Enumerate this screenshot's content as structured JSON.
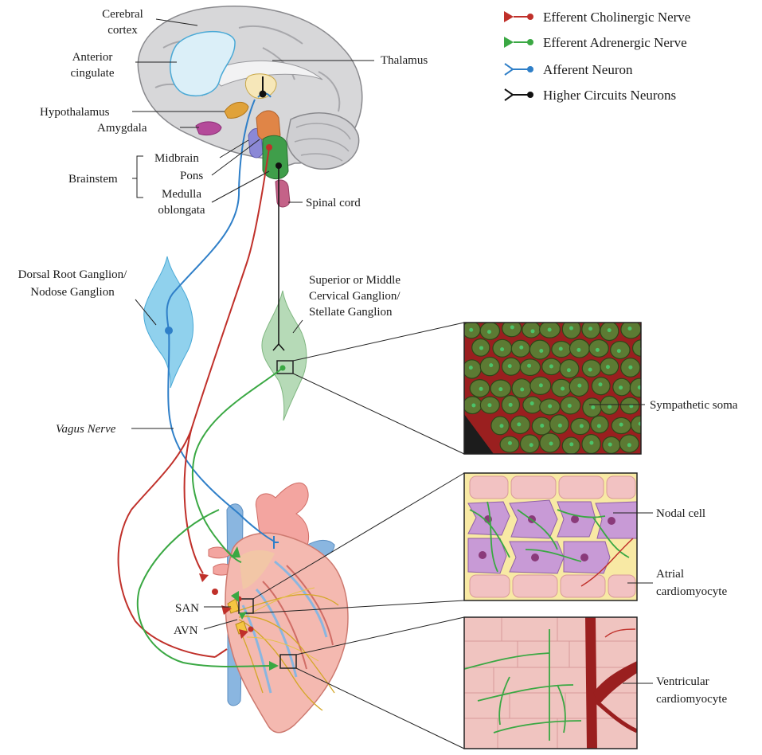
{
  "legend": [
    {
      "label": "Efferent Cholinergic Nerve",
      "color": "#c0302a",
      "marker": "arrow-dot"
    },
    {
      "label": "Efferent Adrenergic Nerve",
      "color": "#3aa843",
      "marker": "arrow-dot"
    },
    {
      "label": "Afferent Neuron",
      "color": "#2f7fc8",
      "marker": "fork-dot"
    },
    {
      "label": "Higher Circuits Neurons",
      "color": "#111111",
      "marker": "fork-dot"
    }
  ],
  "brain": {
    "cerebral_cortex": [
      "Cerebral",
      "cortex"
    ],
    "anterior_cingulate": [
      "Anterior",
      "cingulate"
    ],
    "thalamus": "Thalamus",
    "hypothalamus": "Hypothalamus",
    "amygdala": "Amygdala",
    "brainstem": "Brainstem",
    "midbrain": "Midbrain",
    "pons": "Pons",
    "medulla": [
      "Medulla",
      "oblongata"
    ],
    "spinal_cord": "Spinal cord"
  },
  "ganglia": {
    "dorsal": [
      "Dorsal Root Ganglion/",
      "Nodose Ganglion"
    ],
    "cervical": [
      "Superior or Middle",
      "Cervical Ganglion/",
      "Stellate Ganglion"
    ]
  },
  "vagus": "Vagus Nerve",
  "heart": {
    "san": "SAN",
    "avn": "AVN"
  },
  "insets": {
    "sympathetic": "Sympathetic soma",
    "nodal": "Nodal cell",
    "atrial": [
      "Atrial",
      "cardiomyocyte"
    ],
    "ventricular": [
      "Ventricular",
      "cardiomyocyte"
    ]
  },
  "colors": {
    "cholinergic": "#c0302a",
    "adrenergic": "#3aa843",
    "afferent": "#2f7fc8",
    "higher": "#111111"
  }
}
